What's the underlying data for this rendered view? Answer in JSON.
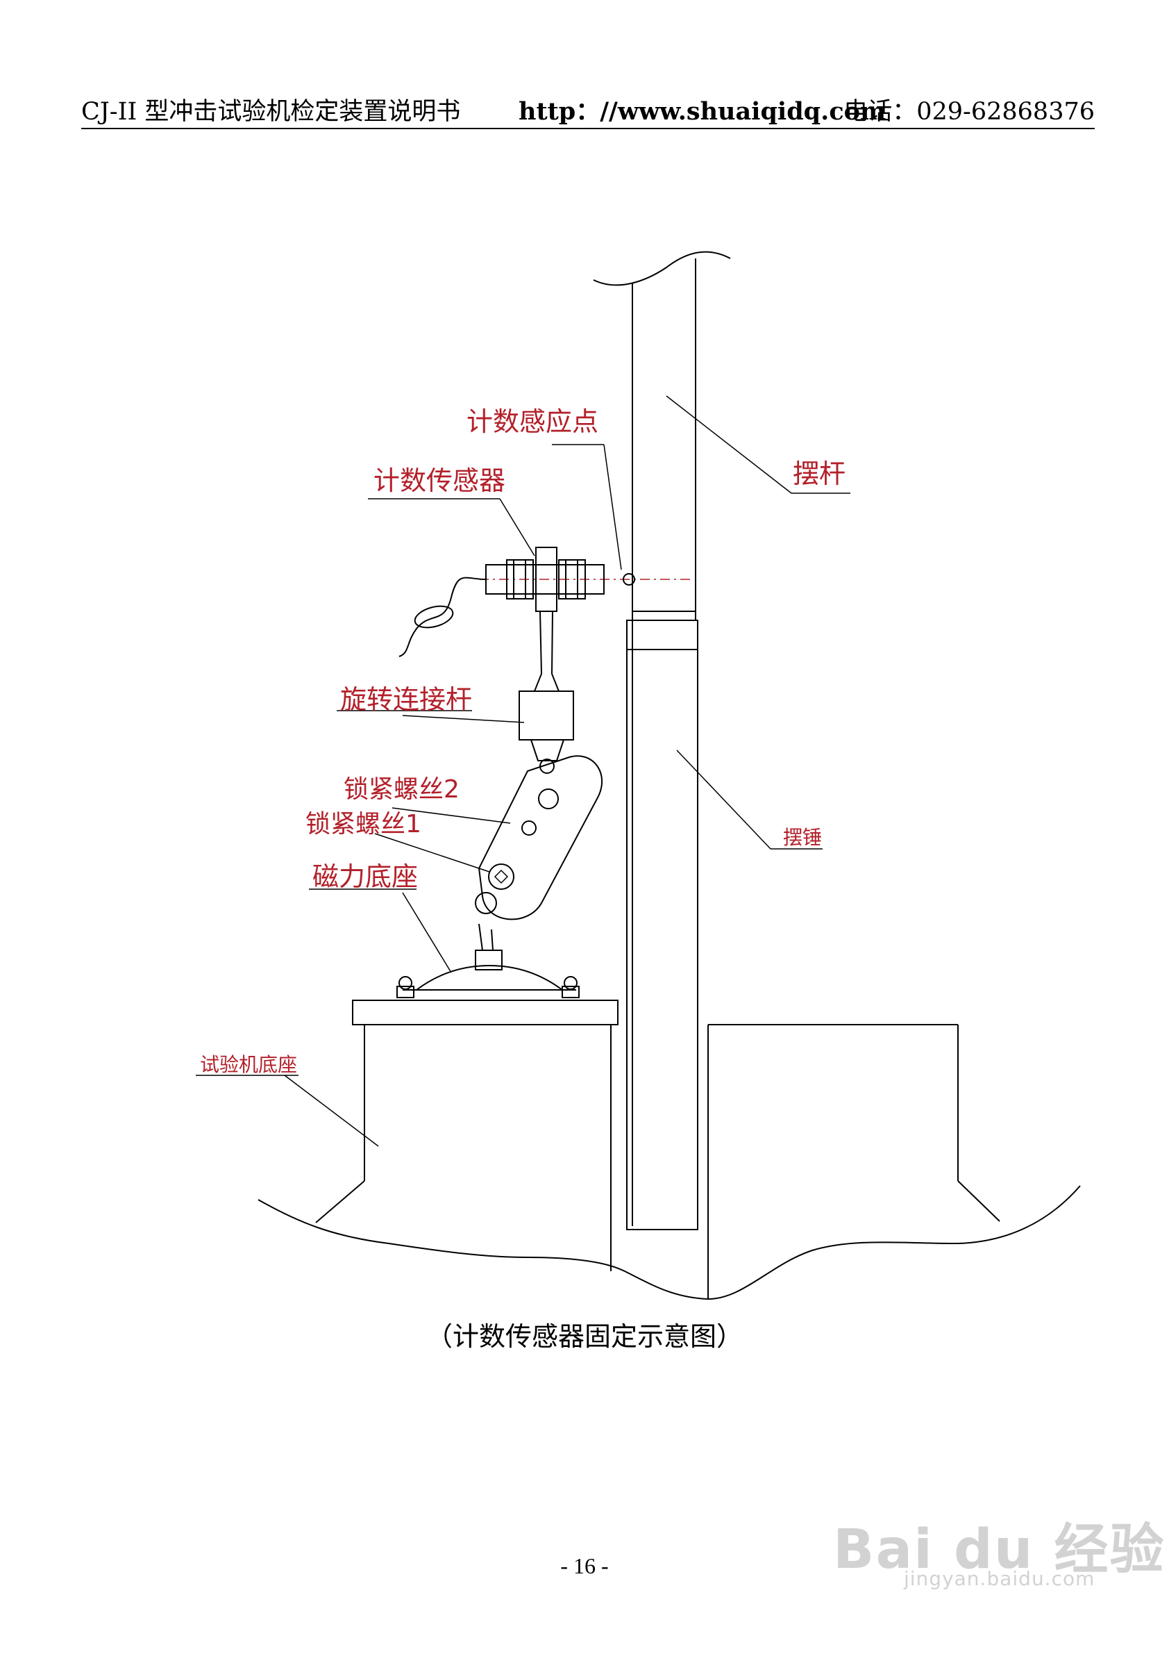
{
  "header": {
    "title": "CJ-II  型冲击试验机检定装置说明书",
    "url": "http：//www.shuaiqidq.com",
    "phone": "电话：029-62868376"
  },
  "figure": {
    "labels": {
      "sensing_point": "计数感应点",
      "counter_sensor": "计数传感器",
      "pendulum_rod": "摆杆",
      "rotary_link": "旋转连接杆",
      "lock_screw_2": "锁紧螺丝2",
      "lock_screw_1": "锁紧螺丝1",
      "magnetic_base": "磁力底座",
      "pendulum_hammer": "摆锤",
      "machine_base": "试验机底座"
    },
    "label_color": "#b3202a",
    "caption": "（计数传感器固定示意图）"
  },
  "footer": {
    "page_number": "- 16 -"
  },
  "watermark": {
    "logo": "Bai du 经验",
    "site": "jingyan.baidu.com"
  }
}
